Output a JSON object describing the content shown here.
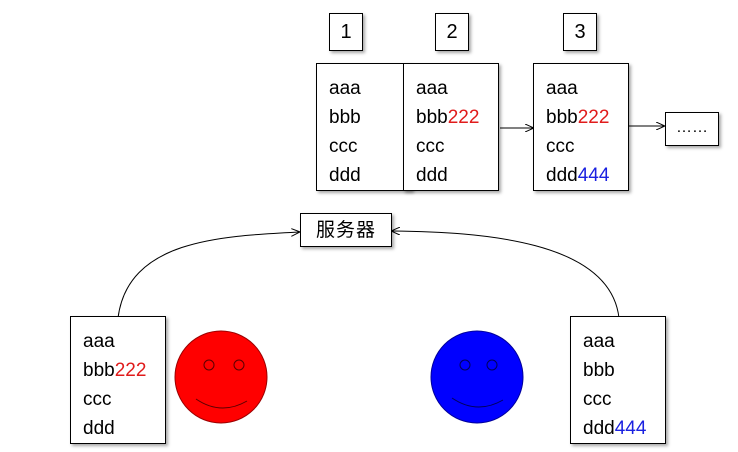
{
  "versions": [
    {
      "number": "1",
      "lines": [
        {
          "base": "aaa",
          "edit": "",
          "editor": ""
        },
        {
          "base": "bbb",
          "edit": "",
          "editor": ""
        },
        {
          "base": "ccc",
          "edit": "",
          "editor": ""
        },
        {
          "base": "ddd",
          "edit": "",
          "editor": ""
        }
      ]
    },
    {
      "number": "2",
      "lines": [
        {
          "base": "aaa",
          "edit": "",
          "editor": ""
        },
        {
          "base": "bbb",
          "edit": "222",
          "editor": "red"
        },
        {
          "base": "ccc",
          "edit": "",
          "editor": ""
        },
        {
          "base": "ddd",
          "edit": "",
          "editor": ""
        }
      ]
    },
    {
      "number": "3",
      "lines": [
        {
          "base": "aaa",
          "edit": "",
          "editor": ""
        },
        {
          "base": "bbb",
          "edit": "222",
          "editor": "red"
        },
        {
          "base": "ccc",
          "edit": "",
          "editor": ""
        },
        {
          "base": "ddd",
          "edit": "444",
          "editor": "blue"
        }
      ]
    }
  ],
  "continuation": "……",
  "server_label": "服务器",
  "clients": {
    "red": {
      "face_color": "#ff0000",
      "lines": [
        {
          "base": "aaa",
          "edit": ""
        },
        {
          "base": "bbb",
          "edit": "222"
        },
        {
          "base": "ccc",
          "edit": ""
        },
        {
          "base": "ddd",
          "edit": ""
        }
      ]
    },
    "blue": {
      "face_color": "#0000ff",
      "lines": [
        {
          "base": "aaa",
          "edit": ""
        },
        {
          "base": "bbb",
          "edit": ""
        },
        {
          "base": "ccc",
          "edit": ""
        },
        {
          "base": "ddd",
          "edit": "444"
        }
      ]
    }
  },
  "colors": {
    "red_edit": "#e01b1b",
    "blue_edit": "#1a21e0"
  }
}
